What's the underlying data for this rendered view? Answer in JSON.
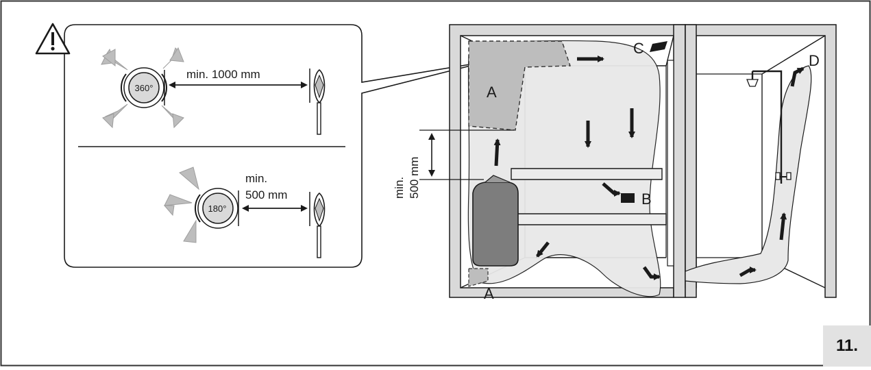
{
  "figure": {
    "number": "11."
  },
  "inset": {
    "warning_icon": "warning-triangle-icon",
    "top": {
      "angle": "360°",
      "distance": "min. 1000 mm"
    },
    "bottom": {
      "angle": "180°",
      "distance_line1": "min.",
      "distance_line2": "500 mm"
    }
  },
  "sauna": {
    "vertical_distance_line1": "min.",
    "vertical_distance_line2": "500 mm",
    "label_a_top": "A",
    "label_a_bottom": "A",
    "label_b": "B",
    "label_c": "C",
    "label_d": "D"
  },
  "colors": {
    "line": "#1a1a1a",
    "wall": "#d9d9d9",
    "airflow": "#e6e6e6",
    "heater": "#7d7d7d",
    "zone_a": "#bdbdbd",
    "arrow_gray": "#bfbfbf"
  }
}
